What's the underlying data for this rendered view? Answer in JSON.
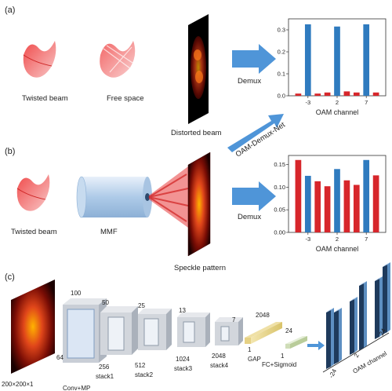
{
  "panels": {
    "a": {
      "tag": "(a)",
      "twisted_beam": "Twisted beam",
      "free_space": "Free space",
      "distorted_beam": "Distorted beam",
      "demux": "Demux"
    },
    "b": {
      "tag": "(b)",
      "twisted_beam": "Twisted beam",
      "mmf": "MMF",
      "speckle": "Speckle pattern",
      "demux": "Demux",
      "net_label": "OAM-Demux-Net"
    },
    "c": {
      "tag": "(c)",
      "input_size": "200×200×1",
      "conv_mp": "Conv+MP",
      "stacks": [
        {
          "top": "100",
          "bottom": "64",
          "name": ""
        },
        {
          "top": "50",
          "bottom": "256",
          "name": "stack1"
        },
        {
          "top": "25",
          "bottom": "512",
          "name": "stack2"
        },
        {
          "top": "13",
          "bottom": "1024",
          "name": "stack3"
        },
        {
          "top": "7",
          "bottom": "2048",
          "name": "stack4"
        }
      ],
      "gap": {
        "top": "2048",
        "bottom": "1",
        "name": "GAP"
      },
      "fc": {
        "top": "24",
        "bottom": "1",
        "name": "FC+Sigmoid"
      },
      "bars3d": {
        "ticks": [
          "-24",
          "2",
          "24"
        ],
        "xlabel": "OAM channel"
      }
    }
  },
  "colors": {
    "blue": "#2f7bbf",
    "red": "#d7262b",
    "arrow": "#4f95d8"
  },
  "chart_data": [
    {
      "type": "bar",
      "xlabel": "OAM channel",
      "ylim": [
        0,
        0.35
      ],
      "yticks": [
        "0.0",
        "0.1",
        "0.2",
        "0.3"
      ],
      "xticks": [
        "-3",
        "2",
        "7"
      ],
      "series": [
        {
          "color": "red",
          "values": [
            0.01,
            0.01,
            0.015,
            0.02,
            0.015,
            0.015
          ]
        },
        {
          "color": "blue",
          "values": [
            0.325,
            0.315,
            0.325
          ]
        }
      ]
    },
    {
      "type": "bar",
      "xlabel": "OAM channel",
      "ylim": [
        0,
        0.17
      ],
      "yticks": [
        "0.00",
        "0.05",
        "0.10",
        "0.15"
      ],
      "xticks": [
        "-3",
        "2",
        "7"
      ],
      "series": [
        {
          "color": "red",
          "values": [
            0.16,
            0.113,
            0.102,
            0.115,
            0.105,
            0.126
          ]
        },
        {
          "color": "blue",
          "values": [
            0.125,
            0.14,
            0.16
          ]
        }
      ]
    }
  ]
}
